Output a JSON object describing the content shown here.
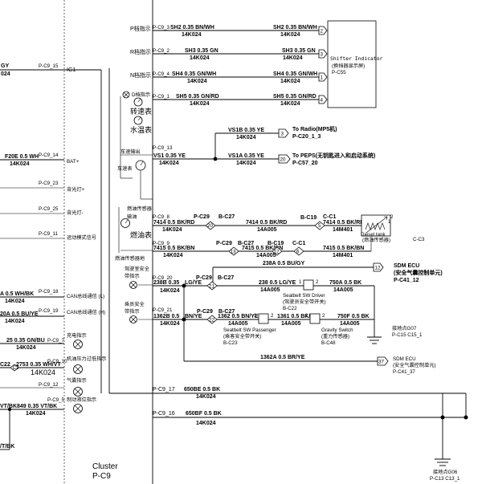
{
  "cluster": {
    "name": "Cluster",
    "code": "P-C9"
  },
  "left_pins": {
    "ig1": "IG1",
    "bat": "BAT+",
    "bl_plus": "背光灯+",
    "bl_minus": "背光灯-",
    "sport": "运动模式信号",
    "can_l": "CAN总线通信 (L)",
    "can_h": "CAN总线通信 (H)",
    "charge": "充电指示",
    "oil": "机油压力过低指示",
    "airbag": "气囊指示",
    "brake": "制动液位指示"
  },
  "pin_labels": {
    "p15": "P-C9_15",
    "p14": "P-C9_14",
    "p23": "P-C9_23",
    "p25": "P-C9_25",
    "p11": "P-C9_11",
    "p18": "P-C9_18",
    "p19": "P-C9_19",
    "p7": "P-C9_7",
    "p10": "P-C9_10",
    "p12": "P-C9_12",
    "p5": "P-C9_5",
    "p3": "P-C9_3",
    "p2": "P-C9_2",
    "p4": "P-C9_4",
    "p1": "P-C9_1",
    "p13": "P-C9_13",
    "p8": "P-C9_8",
    "p9": "P-C9_9",
    "p20": "P-C9_20",
    "p21": "P-C9_21",
    "p17": "P-C9_17",
    "p16": "P-C9_16"
  },
  "left_wires": {
    "gy": "GY",
    "gy_code": "024",
    "f20e": "F20E 0.5 WH",
    "f20e_code": "14K024",
    "can_l": "A 0.5 WH/BK",
    "can_l_code": "14K024",
    "can_h": "20A 0.5 BU/YE",
    "can_h_code": "14K024",
    "charge": "25 0.35 GN/BU",
    "charge_code": "14K024",
    "oil": "2753 0.35 WH/VT",
    "oil_code": "14K024",
    "oil_c22": "C22",
    "oil_c2": "C2",
    "brake": "849 0.35 VT/BK",
    "brake_code": "14K024",
    "brake_left": "VT/BK",
    "bottom": "/T/BK"
  },
  "indicators": {
    "p_gear": "P档指示",
    "r_gear": "R档指示",
    "n_gear": "N档指示",
    "d_gear": "D档指示",
    "tach": "转速表",
    "temp": "水温表",
    "speed_out": "车速输出",
    "speedo": "车速表",
    "fuel_sensor": "燃油传感器",
    "fuel_input": "输油",
    "fuel_gauge": "燃油表",
    "fuel_ground": "燃油传感器地",
    "driver_belt_1": "驾驶室安全",
    "driver_belt_2": "带指示",
    "pass_belt_1": "乘员安全",
    "pass_belt_2": "带指示"
  },
  "shift_wires": {
    "sh2_a": "SH2 0.35 BN/WH",
    "sh2_b": "SH2 0.35 BN/WH",
    "sh3_a": "SH3 0.35 GN",
    "sh3_b": "SH3 0.35 GN",
    "sh4_a": "SH4 0.35 GN/WH",
    "sh4_b": "SH4 0.35 GN/WH",
    "sh5_a": "SH5 0.35 GN/RD",
    "sh5_b": "SH5 0.35 GN/RD",
    "code": "14K024",
    "pin1": "1",
    "pin2": "2",
    "pin3": "3",
    "pin4": "4"
  },
  "shifter": {
    "line1": "Shifter Indicator",
    "line2": "(换挡器显示屏)",
    "code": "P-C55"
  },
  "speed": {
    "vs1b": "VS1B 0.35 YE",
    "vs1b_code": "14K024",
    "vs1": "VS1 0.35 YE",
    "vs1_code": "14K024",
    "vs1a": "VS1A 0.35 YE",
    "vs1a_code": "14K024",
    "radio_pin": "3",
    "radio_to": "To Radio(MP5机)",
    "radio_code": "P-C20_1_3",
    "peps_pin": "20",
    "peps_to": "To PEPS(无钥匙进入和启动系统)",
    "peps_code": "P-C57_20"
  },
  "fuel": {
    "c29": "P-C29",
    "b27": "B-C27",
    "b19": "B-C19",
    "c1": "C-C1",
    "w7414": "7414 0.5 BK/RD",
    "w7414_b": "7414 0.5 BK/RD",
    "w7414_c": "7414 0.5 BK/RD",
    "code_a": "14K024",
    "code_b": "14A005",
    "code_c": "14M401",
    "pin20": "20",
    "pin5": "5",
    "pin1": "1",
    "pin2": "2",
    "w7415": "7415 0.5 BK/BN",
    "w7415_b": "7415 0.5 BK/BN",
    "w7415_c": "7415 0.5 BK/BN",
    "pin13": "13",
    "pin12": "12",
    "pin6": "6",
    "diesel_1": "Diesel tank",
    "diesel_2": "(燃油传感器)",
    "cc3": "C-C3"
  },
  "srs": {
    "w238a": "238A 0.5 BU/GY",
    "pin12": "12",
    "title": "SDM ECU",
    "desc": "(安全气囊控制单元)",
    "code": "P-C41_12"
  },
  "belts": {
    "w238b": "238B 0.35",
    "lg": "LG/YE",
    "code_a": "14K024",
    "pin21": "21",
    "w238": "238 0.5 LG/YE",
    "code_b": "14A005",
    "driver_sw": "Seatbelt SW Driver",
    "driver_desc": "(驾驶员安全带开关)",
    "driver_code": "B-C22",
    "pin1": "1",
    "pin2": "2",
    "w750a": "750A 0.5 BK",
    "code_c": "14A005",
    "w1362b": "1362B 0.5",
    "bn_ye": "BN/YE",
    "pin22": "22",
    "w1362_ye": "1362 0.5 BN/YE",
    "pass_sw": "Seatbelt SW Passenger",
    "pass_desc": "(乘客安全带开关)",
    "pass_code": "B-C23",
    "w1361": "1361 0.5 BK/OG",
    "grav_sw": "Gravity Switch",
    "grav_desc": "(重力传感器)",
    "grav_code": "B-C48",
    "w750f": "750F 0.5 BK",
    "ground": "接地点G07",
    "ground_code": "P-C15 C15_1",
    "w1362a": "1362A 0.5 BR/YE",
    "pin37": "37",
    "sdm2": "SDM ECU",
    "sdm2_desc": "(安全气囊控制单元)",
    "sdm2_code": "P-C41_37"
  },
  "gnd": {
    "w650be": "650BE 0.5 BK",
    "w650bf": "650BF 0.5 BK",
    "code": "14K024",
    "point": "接地点G06",
    "point_code": "P-C13 C13_1"
  }
}
